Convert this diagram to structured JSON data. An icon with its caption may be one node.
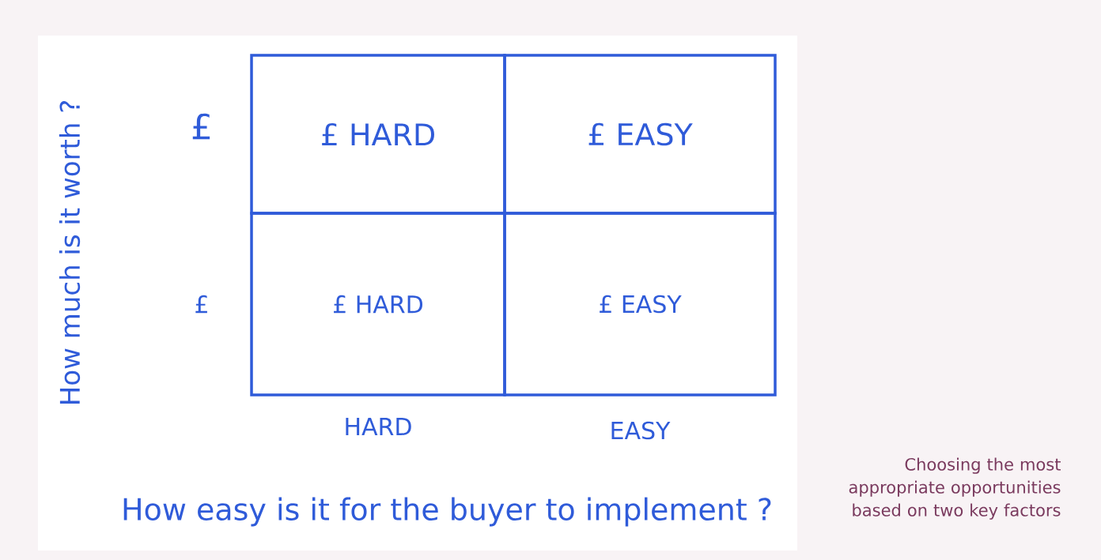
{
  "diagram": {
    "caption": "Choosing the most appropriate opportunities based on two key factors",
    "nodes": [
      {
        "text": [
          "£ HARD"
        ]
      },
      {
        "text": [
          "£ EASY"
        ]
      },
      {
        "text": [
          "£ HARD"
        ]
      },
      {
        "text": [
          "£ EASY"
        ]
      }
    ],
    "labels": [
      "How much is it worth ?",
      "£",
      "£",
      "HARD",
      "EASY",
      "How easy is it for the buyer to implement ?"
    ]
  }
}
